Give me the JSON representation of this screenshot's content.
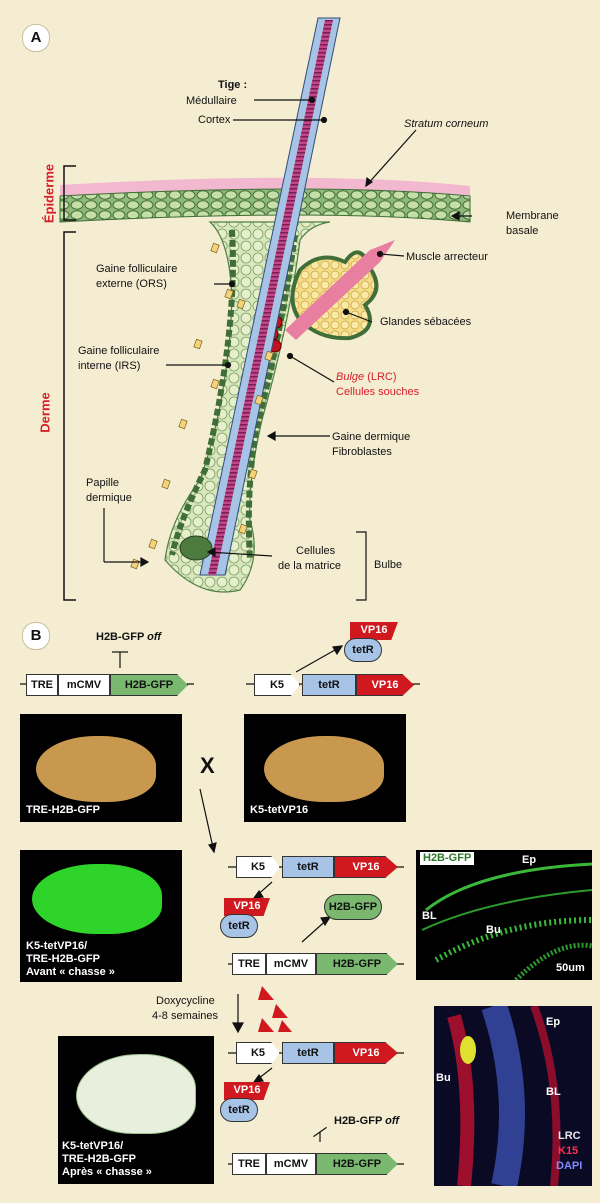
{
  "panel_a": {
    "label": "A",
    "tige_title": "Tige :",
    "medullaire": "Médullaire",
    "cortex": "Cortex",
    "stratum_corneum": "Stratum corneum",
    "epiderme": "Épiderme",
    "derme": "Derme",
    "membrane_basale_1": "Membrane",
    "membrane_basale_2": "basale",
    "muscle": "Muscle arrecteur",
    "ors_1": "Gaine folliculaire",
    "ors_2": "externe (ORS)",
    "glandes": "Glandes sébacées",
    "irs_1": "Gaine folliculaire",
    "irs_2": "interne (IRS)",
    "bulge_1a": "Bulge",
    "bulge_1b": " (LRC)",
    "bulge_2": "Cellules souches",
    "gaine_dermique_1": "Gaine dermique",
    "gaine_dermique_2": "Fibroblastes",
    "papille_1": "Papille",
    "papille_2": "dermique",
    "matrice_1": "Cellules",
    "matrice_2": "de la matrice",
    "bulbe": "Bulbe"
  },
  "panel_b": {
    "label": "B",
    "h2b_off": "H2B-GFP",
    "off_word": "off",
    "construct_tre": [
      "TRE",
      "mCMV",
      "H2B-GFP"
    ],
    "construct_k5": [
      "K5",
      "tetR",
      "VP16"
    ],
    "vp16": "VP16",
    "tetR": "tetR",
    "h2b_gfp": "H2B-GFP",
    "cross": "X",
    "photo_tre": "TRE-H2B-GFP",
    "photo_k5": "K5-tetVP16",
    "photo_avant_1": "K5-tetVP16/",
    "photo_avant_2": "TRE-H2B-GFP",
    "photo_avant_3": "Avant « chasse »",
    "photo_apres_1": "K5-tetVP16/",
    "photo_apres_2": "TRE-H2B-GFP",
    "photo_apres_3": "Après « chasse »",
    "doxy_1": "Doxycycline",
    "doxy_2": "4-8 semaines",
    "micro1_title": "H2B-GFP",
    "micro1_ep": "Ep",
    "micro1_bl": "BL",
    "micro1_bu": "Bu",
    "micro1_scale": "50um",
    "micro2_ep": "Ep",
    "micro2_bl": "BL",
    "micro2_bu": "Bu",
    "micro2_lrc": "LRC",
    "micro2_k15": "K15",
    "micro2_dapi": "DAPI",
    "colors": {
      "gfp": "#7ab870",
      "tetR": "#a7c4e6",
      "vp16": "#d0191f",
      "k15": "#e0203a",
      "dapi": "#6f7ee0"
    }
  }
}
